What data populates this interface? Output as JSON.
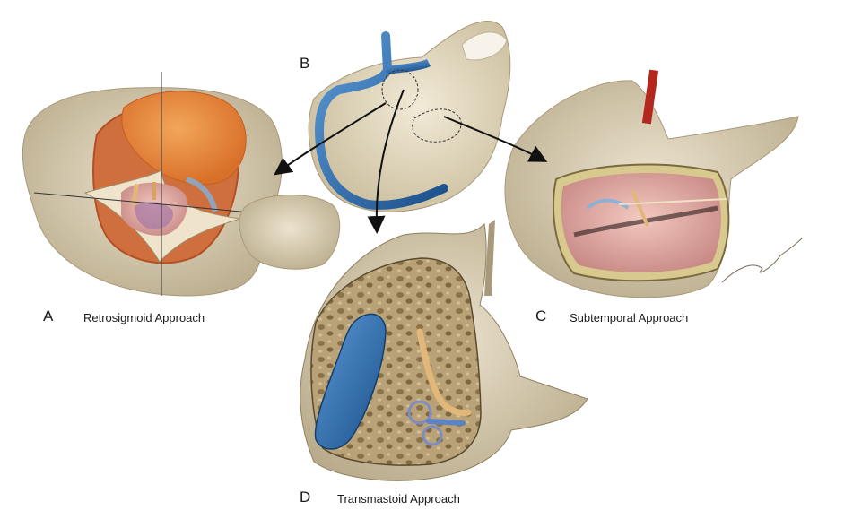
{
  "panels": [
    {
      "letter": "A",
      "caption": "Retrosigmoid Approach"
    },
    {
      "letter": "B",
      "caption": ""
    },
    {
      "letter": "C",
      "caption": "Subtemporal Approach"
    },
    {
      "letter": "D",
      "caption": "Transmastoid Approach"
    }
  ],
  "colors": {
    "bone": "#d8cdb4",
    "bone_dark": "#b9ab8c",
    "cerebellum": "#e6893a",
    "dura_edge": "#d86a3b",
    "sinus_blue": "#2f6fae",
    "vein_light_blue": "#7fb1dd",
    "nerve_tan": "#e2b77a",
    "brain_pink": "#dfa7a3",
    "arrow": "#111111"
  }
}
